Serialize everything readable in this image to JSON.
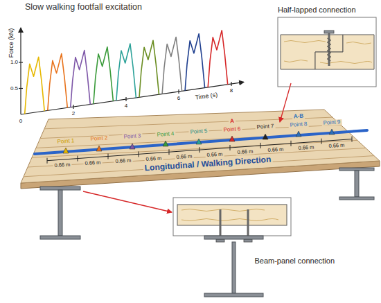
{
  "diagram": {
    "title": "Slow walking footfall excitation",
    "nodes": [
      {
        "text": [
          "Half-lapped connection"
        ]
      },
      {
        "text": [
          "Beam-panel connection"
        ]
      }
    ],
    "labels": [
      "Force (kN)",
      "1.0",
      "0.5",
      "0",
      "2",
      "4",
      "6",
      "8",
      "Time (s)",
      "Point 1",
      "Point 2",
      "Point 3",
      "Point 4",
      "Point 5",
      "Point 6",
      "Point 7",
      "Point 8",
      "Point 9",
      "A",
      "A-B",
      "0.66 m",
      "0.66 m",
      "0.66 m",
      "0.66 m",
      "0.66 m",
      "0.66 m",
      "0.66 m",
      "0.66 m",
      "0.66 m",
      "0.66 m",
      "Longitudinal / Walking Direction"
    ]
  }
}
